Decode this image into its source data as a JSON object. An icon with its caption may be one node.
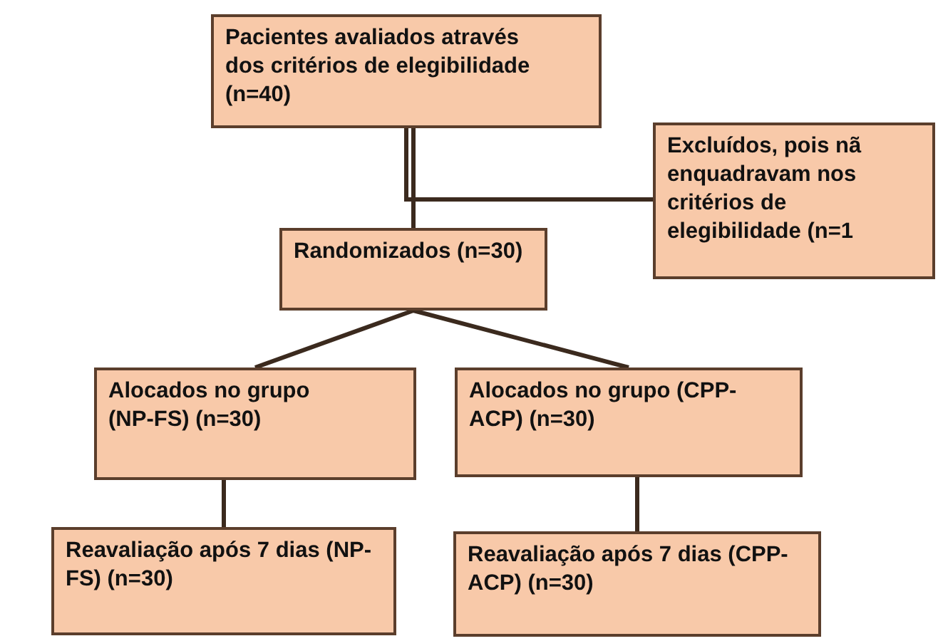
{
  "diagram": {
    "nodes": [
      {
        "text": [
          "Pacientes avaliados através dos critérios de elegibilidade (n=40)"
        ]
      },
      {
        "text": [
          "Excluídos, pois nã enquadravam nos critérios de elegibilidade (n=1"
        ]
      },
      {
        "text": [
          "Randomizados (n=30)"
        ]
      },
      {
        "text": [
          "Alocados no grupo (NP-FS) (n=30)"
        ]
      },
      {
        "text": [
          "Alocados no grupo (CPP-ACP) (n=30)"
        ]
      },
      {
        "text": [
          "Reavaliação após 7 dias (NP-FS) (n=30)"
        ]
      },
      {
        "text": [
          "Reavaliação após 7 dias (CPP-ACP) (n=30)"
        ]
      }
    ],
    "edges": [
      {
        "from": 0,
        "to": 2,
        "arrow": "none"
      },
      {
        "from": 0,
        "to": 1,
        "arrow": "none"
      },
      {
        "from": 2,
        "to": 3,
        "arrow": "none"
      },
      {
        "from": 2,
        "to": 4,
        "arrow": "none"
      },
      {
        "from": 3,
        "to": 5,
        "arrow": "none"
      },
      {
        "from": 4,
        "to": 6,
        "arrow": "none"
      }
    ]
  }
}
